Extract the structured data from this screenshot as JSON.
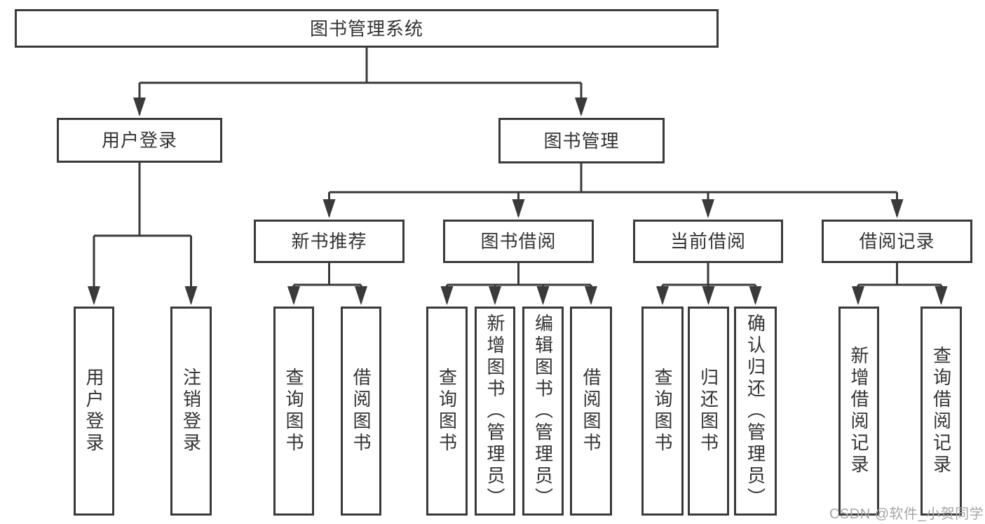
{
  "diagram": {
    "root": {
      "label": "图书管理系统"
    },
    "level2": [
      {
        "label": "用户登录"
      },
      {
        "label": "图书管理"
      }
    ],
    "level3": [
      {
        "label": "新书推荐"
      },
      {
        "label": "图书借阅"
      },
      {
        "label": "当前借阅"
      },
      {
        "label": "借阅记录"
      }
    ],
    "leaves": {
      "user_login": [
        {
          "label": "用户登录"
        },
        {
          "label": "注销登录"
        }
      ],
      "new_book_recommend": [
        {
          "label": "查询图书"
        },
        {
          "label": "借阅图书"
        }
      ],
      "book_borrow": [
        {
          "label": "查询图书"
        },
        {
          "label": "新增图书（管理员）"
        },
        {
          "label": "编辑图书（管理员）"
        },
        {
          "label": "借阅图书"
        }
      ],
      "current_borrow": [
        {
          "label": "查询图书"
        },
        {
          "label": "归还图书"
        },
        {
          "label": "确认归还（管理员）"
        }
      ],
      "borrow_records": [
        {
          "label": "新增借阅记录"
        },
        {
          "label": "查询借阅记录"
        }
      ]
    }
  },
  "watermark": {
    "text": "CSDN @软件_小贺同学"
  },
  "colors": {
    "line": "#3a3a3a",
    "text": "#333333",
    "background": "#ffffff",
    "watermark": "#a6a6a6"
  }
}
